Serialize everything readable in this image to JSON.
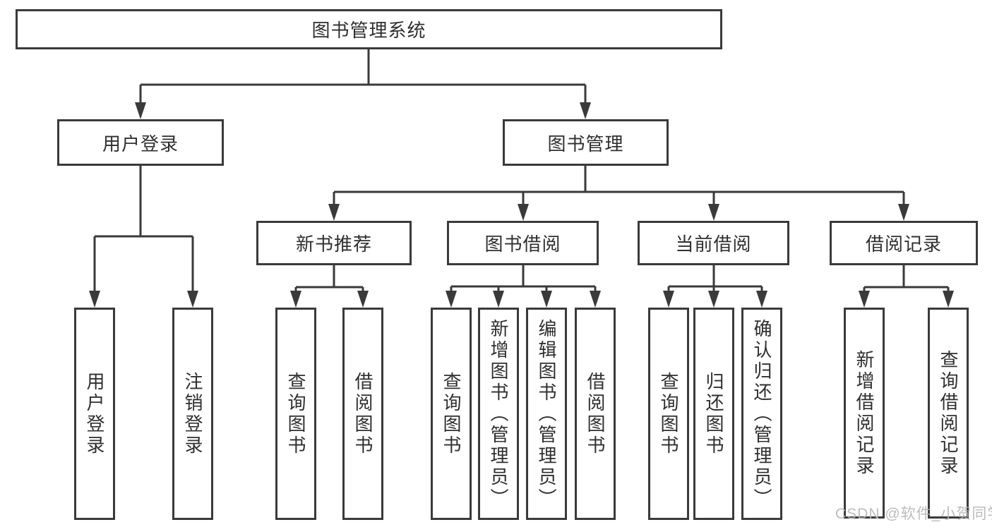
{
  "diagram": {
    "root": "图书管理系统",
    "branches": [
      {
        "label": "用户登录",
        "children": [
          "用户登录",
          "注销登录"
        ]
      },
      {
        "label": "图书管理",
        "groups": [
          {
            "label": "新书推荐",
            "children": [
              "查询图书",
              "借阅图书"
            ]
          },
          {
            "label": "图书借阅",
            "children": [
              "查询图书",
              "新增图书（管理员）",
              "编辑图书（管理员）",
              "借阅图书"
            ]
          },
          {
            "label": "当前借阅",
            "children": [
              "查询图书",
              "归还图书",
              "确认归还（管理员）"
            ]
          },
          {
            "label": "借阅记录",
            "children": [
              "新增借阅记录",
              "查询借阅记录"
            ]
          }
        ]
      }
    ]
  },
  "watermark": "CSDN @软件_小贺同学",
  "colors": {
    "line": "#3a3a3a",
    "text": "#2f2f2f",
    "watermark": "#b5b5b5",
    "background": "#ffffff"
  }
}
